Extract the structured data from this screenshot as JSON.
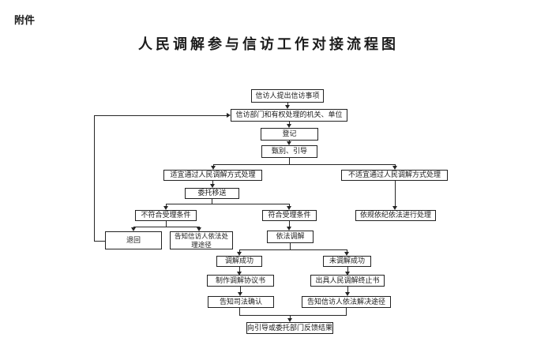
{
  "page": {
    "attachment_label": "附件",
    "title": "人民调解参与信访工作对接流程图"
  },
  "diagram": {
    "type": "flowchart",
    "line_color": "#262626",
    "box_background": "#ffffff"
  },
  "nodes": {
    "petition": {
      "label": "信访人提出信访事项"
    },
    "dept": {
      "label": "信访部门和有权处理的机关、单位"
    },
    "register": {
      "label": "登记"
    },
    "screen": {
      "label": "甄别、引导"
    },
    "suitable": {
      "label": "适宜通过人民调解方式处理"
    },
    "unsuitable": {
      "label": "不适宜通过人民调解方式处理"
    },
    "entrust": {
      "label": "委托移送"
    },
    "lawhandle": {
      "label": "依规依纪依法进行处理"
    },
    "notmeet": {
      "label": "不符合受理条件"
    },
    "meet": {
      "label": "符合受理条件"
    },
    "return": {
      "label": "退回"
    },
    "informchannel": {
      "label": "告知信访人依法处理途径"
    },
    "mediate": {
      "label": "依法调解"
    },
    "success": {
      "label": "调解成功"
    },
    "fail": {
      "label": "未调解成功"
    },
    "agreement": {
      "label": "制作调解协议书"
    },
    "termination": {
      "label": "出具人民调解终止书"
    },
    "judicial": {
      "label": "告知司法确认"
    },
    "informresolve": {
      "label": "告知信访人依法解决途径"
    },
    "feedback": {
      "label": "向引导或委托部门反馈结果"
    }
  },
  "edges": [
    "petition -> dept",
    "dept -> register",
    "register -> screen",
    "screen -> suitable",
    "screen -> unsuitable",
    "suitable -> entrust",
    "unsuitable -> lawhandle",
    "entrust -> notmeet",
    "entrust -> meet",
    "notmeet -> return",
    "notmeet -> informchannel",
    "meet -> mediate",
    "mediate -> success",
    "mediate -> fail",
    "success -> agreement",
    "fail -> termination",
    "agreement -> judicial",
    "termination -> informresolve",
    "judicial -> feedback",
    "informresolve -> feedback",
    "return -> dept"
  ]
}
